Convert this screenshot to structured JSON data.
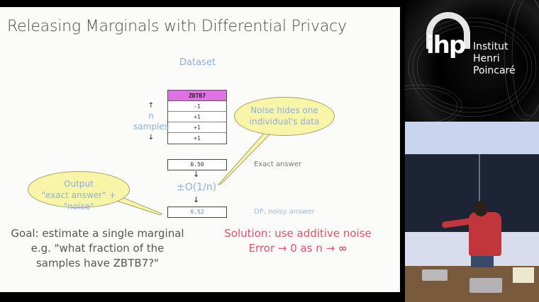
{
  "slide": {
    "title": "Releasing Marginals with Differential Privacy",
    "dataset_label": "Dataset",
    "table": {
      "header": "ZBTB7",
      "rows": [
        "-1",
        "+1",
        "+1",
        "+1"
      ]
    },
    "n_samples": {
      "up_arrow": "↑",
      "n": "n",
      "samples": "samples",
      "down_arrow": "↓"
    },
    "exact_value": "0.50",
    "exact_label": "Exact answer",
    "noise_term": "±O(1/n)",
    "noisy_value": "0.52",
    "noisy_label": "DP, noisy answer",
    "arrow": "↓",
    "bubble_noise": {
      "line1": "Noise hides one",
      "line2": "individual's data"
    },
    "bubble_output": {
      "line1": "Output",
      "line2": "\"exact answer\" + \"noise\""
    },
    "goal": {
      "line1": "Goal: estimate a single marginal",
      "line2": "e.g. \"what fraction of the",
      "line3": "samples have ZBTB7?\""
    },
    "solution": {
      "line1": "Solution: use additive noise",
      "line2_prefix": "Error → 0 as n → ",
      "line2_infinity": "∞"
    },
    "colors": {
      "accent_blue": "#8fb0dc",
      "accent_red": "#e05068",
      "table_header": "#e070e4",
      "bubble_fill": "#f8f5a8"
    }
  },
  "logo": {
    "mark": "ihp",
    "line1": "Institut",
    "line2": "Henri",
    "line3": "Poincaré"
  }
}
